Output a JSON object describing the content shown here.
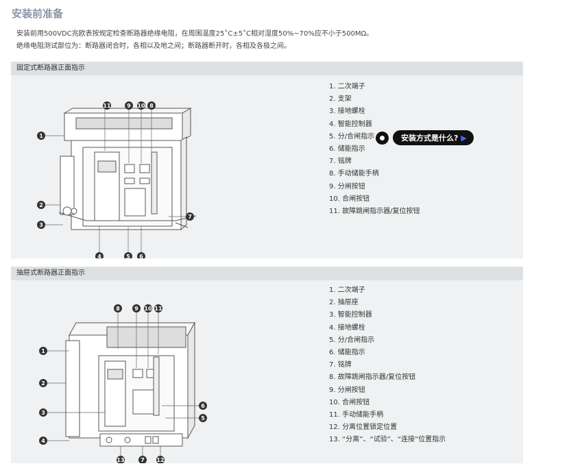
{
  "title": "安装前准备",
  "intro": [
    "安装前用500VDC兆欧表按规定检查断路器绝缘电阻，在周围温度25˚C±5˚C相对湿度50%~70%应不小于500MΩ。",
    "绝缘电阻测试部位为：断路器闭合时，各相以及地之间；断路器断开时，各相及各极之间。"
  ],
  "fixed": {
    "header": "固定式断路器正面指示",
    "items": [
      "1. 二次端子",
      "2. 支架",
      "3. 接地螺栓",
      "4. 智能控制器",
      "5. 分/合闸指示",
      "6. 储能指示",
      "7. 铭牌",
      "8. 手动储能手柄",
      "9. 分闸按钮",
      "10. 合闸按钮",
      "11. 故障跳闸指示器/复位按钮"
    ],
    "callouts": [
      "11",
      "9",
      "10",
      "8",
      "1",
      "2",
      "3",
      "7",
      "4",
      "5",
      "6"
    ]
  },
  "drawout": {
    "header": "抽屉式断路器正面指示",
    "items": [
      "1. 二次端子",
      "2. 抽屉座",
      "3. 智能控制器",
      "4. 接地螺栓",
      "5. 分/合闸指示",
      "6. 储能指示",
      "7. 铭牌",
      "8. 故障跳闸指示器/复位按钮",
      "9. 分闸按钮",
      "10. 合闸按钮",
      "11. 手动储能手柄",
      "12. 分离位置锁定位置",
      "13. “分离”、“试验”、“连接”位置指示"
    ],
    "callouts": [
      "8",
      "9",
      "10",
      "11",
      "1",
      "2",
      "3",
      "4",
      "6",
      "5",
      "13",
      "7",
      "12"
    ]
  },
  "qa": {
    "label": "安装方式是什么?",
    "arrow": "▶"
  }
}
